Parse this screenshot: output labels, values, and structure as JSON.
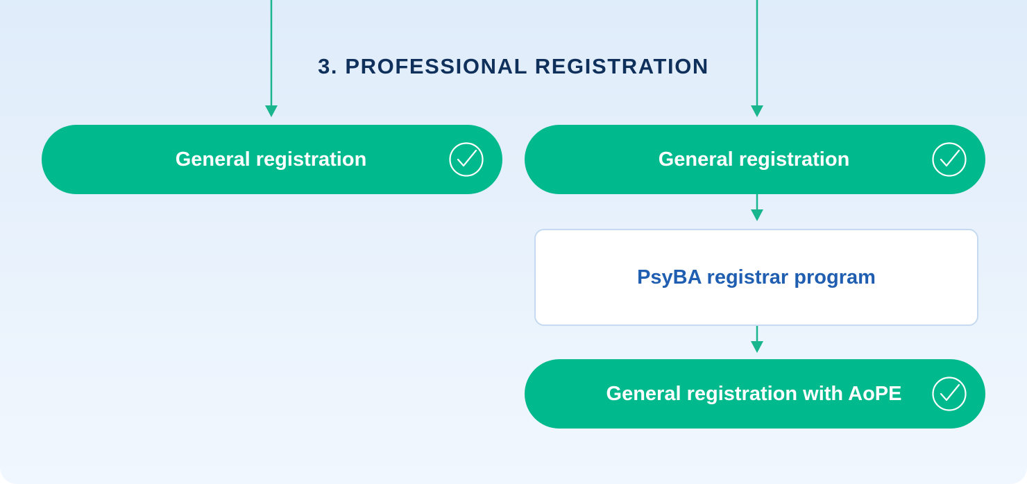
{
  "section": {
    "title": "3. PROFESSIONAL REGISTRATION"
  },
  "left_column": {
    "pill": {
      "label": "General registration",
      "icon": "check-circle-icon"
    }
  },
  "right_column": {
    "pill_top": {
      "label": "General registration",
      "icon": "check-circle-icon"
    },
    "program_box": {
      "label": "PsyBA registrar program"
    },
    "pill_bottom": {
      "label": "General registration with AoPE",
      "icon": "check-circle-icon"
    }
  },
  "colors": {
    "pill_green": "#00b98c",
    "title_navy": "#10305c",
    "box_text_blue": "#1f5eb0",
    "box_border": "#c5daf0",
    "connector_green": "#19b58d"
  }
}
